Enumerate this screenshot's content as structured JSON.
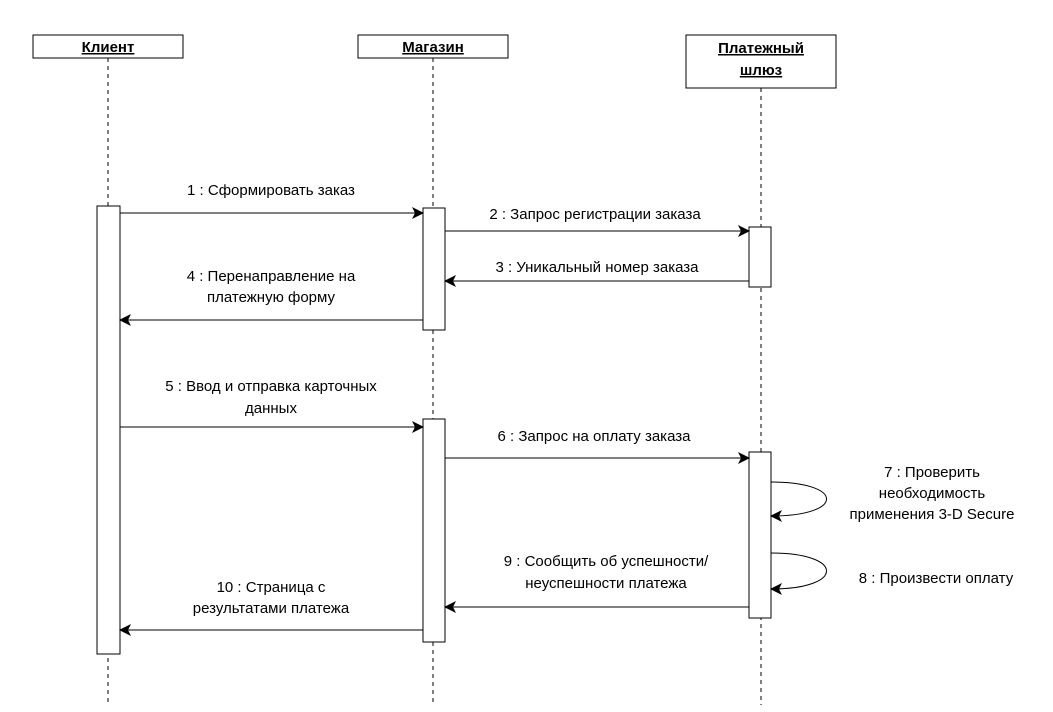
{
  "participants": [
    {
      "id": "client",
      "lines": [
        "Клиент"
      ]
    },
    {
      "id": "shop",
      "lines": [
        "Магазин"
      ]
    },
    {
      "id": "gateway",
      "lines": [
        "Платежный",
        "шлюз"
      ]
    }
  ],
  "messages": [
    {
      "id": "m1",
      "lines": [
        "1 : Сформировать заказ"
      ]
    },
    {
      "id": "m2",
      "lines": [
        "2 : Запрос регистрации заказа"
      ]
    },
    {
      "id": "m3",
      "lines": [
        "3 : Уникальный номер заказа"
      ]
    },
    {
      "id": "m4",
      "lines": [
        "4 : Перенаправление на",
        "платежную форму"
      ]
    },
    {
      "id": "m5",
      "lines": [
        "5 : Ввод и отправка карточных",
        "данных"
      ]
    },
    {
      "id": "m6",
      "lines": [
        "6 : Запрос на оплату заказа"
      ]
    },
    {
      "id": "m7",
      "lines": [
        "7 : Проверить",
        "необходимость",
        "применения 3-D Secure"
      ]
    },
    {
      "id": "m8",
      "lines": [
        "8 : Произвести оплату"
      ]
    },
    {
      "id": "m9",
      "lines": [
        "9 : Сообщить об успешности/",
        "неуспешности платежа"
      ]
    },
    {
      "id": "m10",
      "lines": [
        "10 : Страница с",
        "результатами платежа"
      ]
    }
  ]
}
